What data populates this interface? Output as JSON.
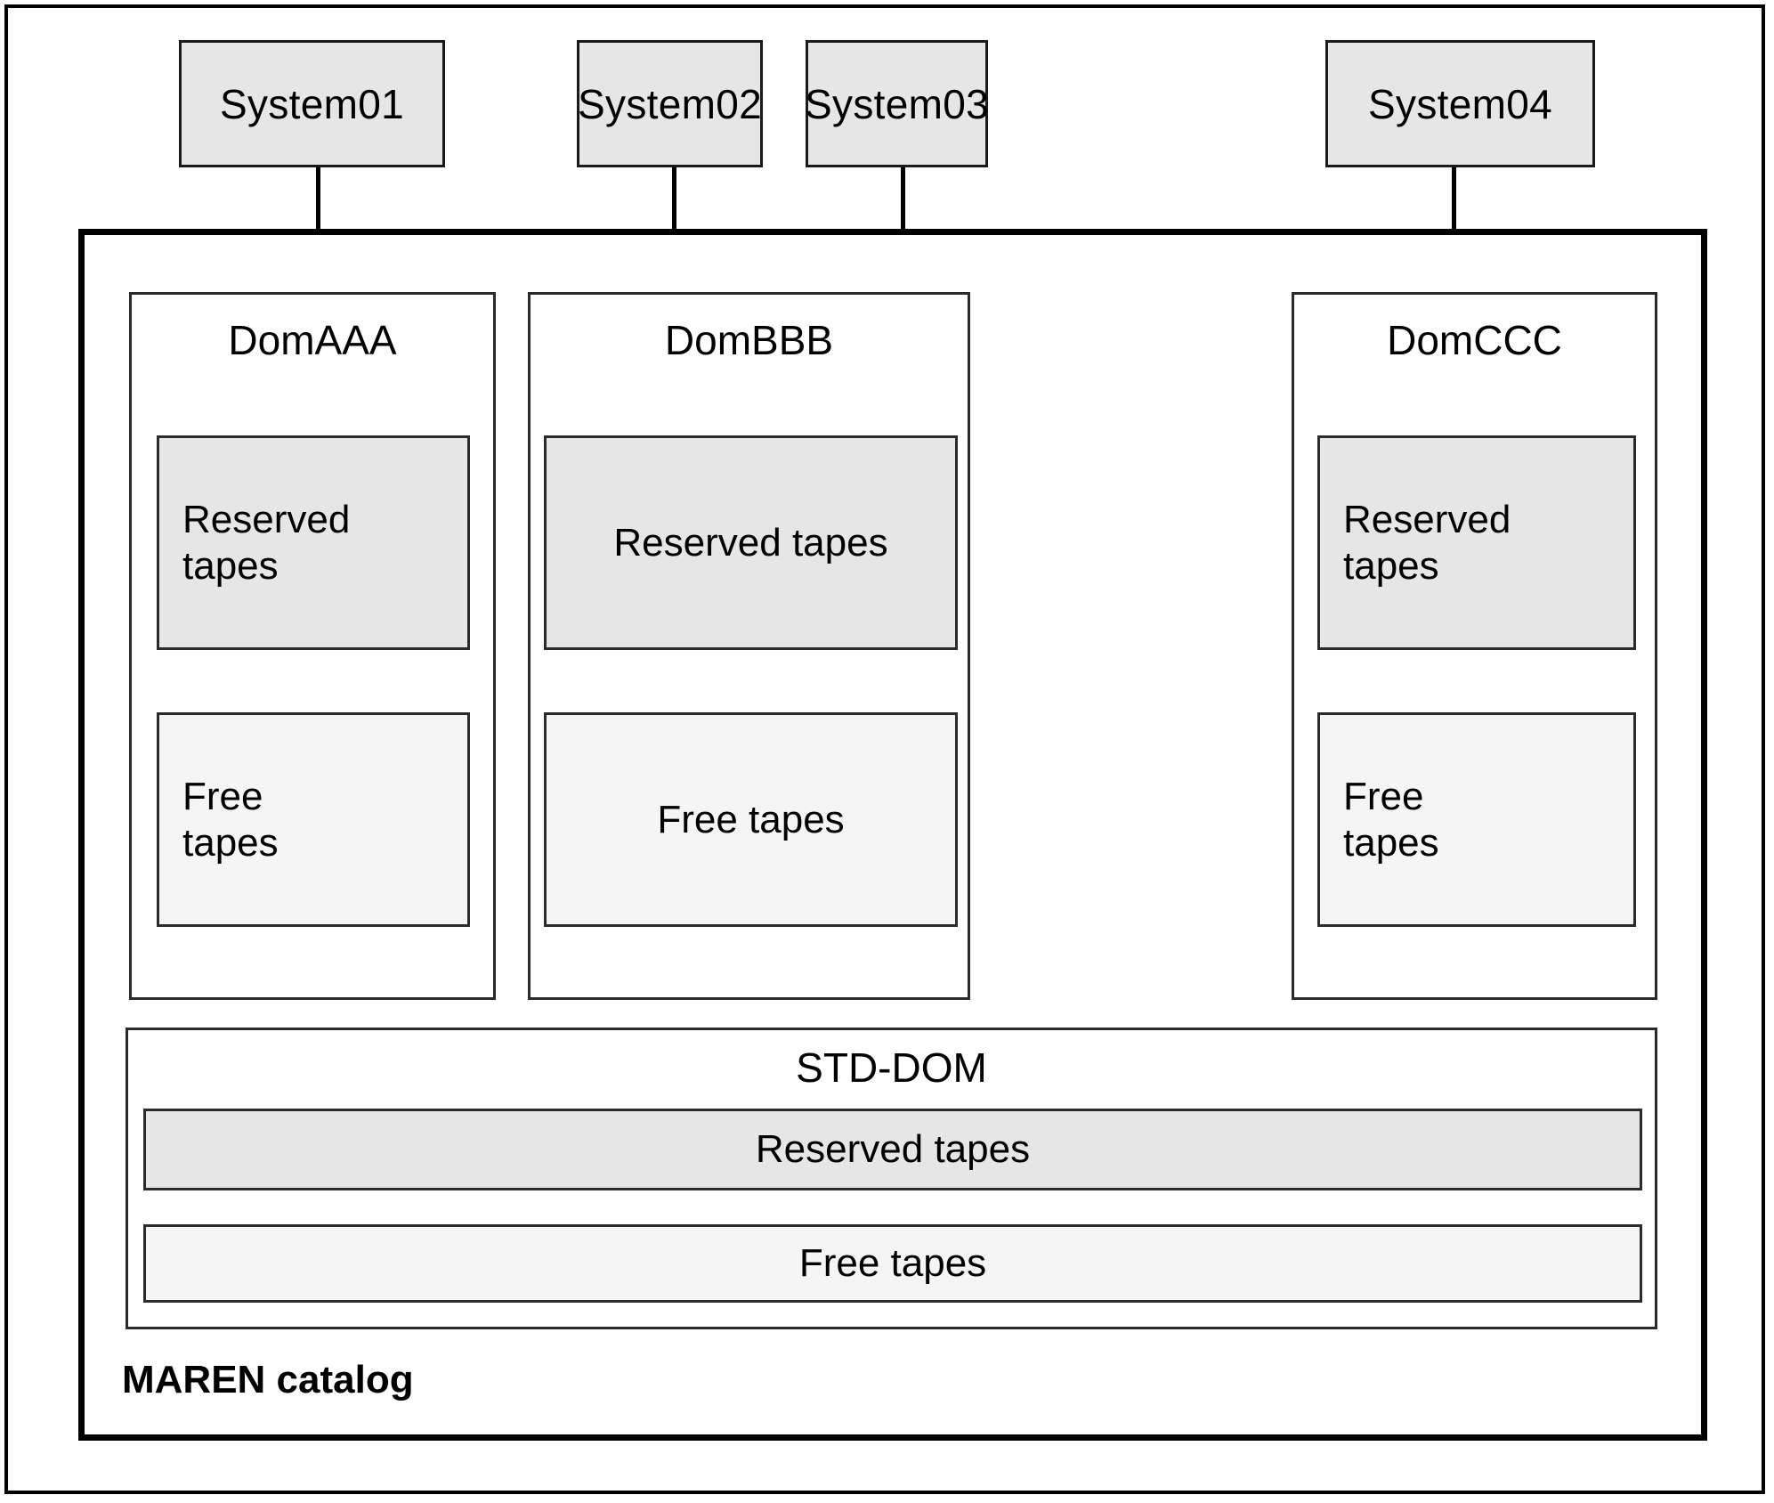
{
  "diagram": {
    "title_label": "MAREN catalog",
    "systems": [
      {
        "label": "System01"
      },
      {
        "label": "System02"
      },
      {
        "label": "System03"
      },
      {
        "label": "System04"
      }
    ],
    "domains": [
      {
        "name": "DomAAA",
        "reserved_label": "Reserved\ntapes",
        "free_label": "Free\ntapes"
      },
      {
        "name": "DomBBB",
        "reserved_label": "Reserved tapes",
        "free_label": "Free tapes"
      },
      {
        "name": "DomCCC",
        "reserved_label": "Reserved\ntapes",
        "free_label": "Free\ntapes"
      }
    ],
    "std_dom": {
      "name": "STD-DOM",
      "reserved_label": "Reserved tapes",
      "free_label": "Free tapes"
    },
    "colors": {
      "reserved_fill": "#e6e6e6",
      "free_fill": "#f5f5f5",
      "system_fill": "#e6e6e6",
      "stroke": "#000000",
      "background": "#ffffff"
    }
  }
}
